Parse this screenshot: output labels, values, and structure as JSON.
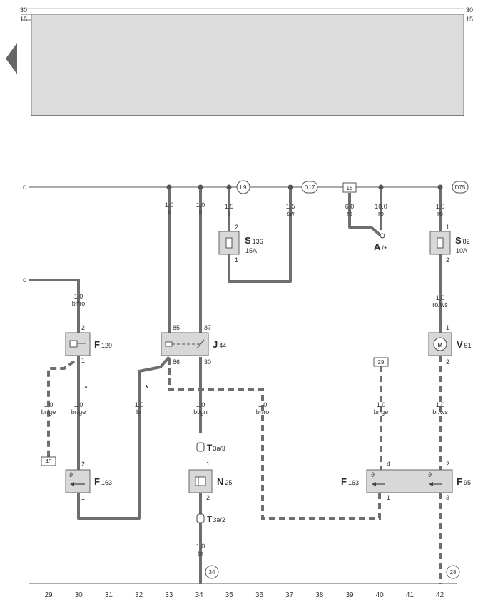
{
  "header": {
    "left_labels": [
      "30",
      "15"
    ],
    "right_labels": [
      "30",
      "15"
    ]
  },
  "bus_labels": {
    "c": "c",
    "d": "d"
  },
  "nodes": {
    "L9": "L9",
    "D17": "D17",
    "D75": "D75",
    "n16": "16",
    "n29": "29",
    "n40": "40",
    "n34": "34",
    "n28": "28"
  },
  "wires": {
    "w_j44_85": [
      "1,0",
      "li"
    ],
    "w_j44_87": [
      "1,0",
      "li"
    ],
    "w_s136_in": [
      "1,5",
      "li"
    ],
    "w_d17": [
      "1,5",
      "sw"
    ],
    "w_16": [
      "6,0",
      "ro"
    ],
    "w_a": [
      "10,0",
      "ro"
    ],
    "w_s82_in": [
      "1,0",
      "ro"
    ],
    "w_v51_in": [
      "1,0",
      "ro/ws"
    ],
    "w_d": [
      "1,0",
      "br/ro"
    ],
    "w_f129_dash": [
      "1,0",
      "br/ge"
    ],
    "w_f163_in": [
      "1,0",
      "br/ge"
    ],
    "w_br": [
      "1,0",
      "br"
    ],
    "w_n25_in": [
      "1,0",
      "bl/gn"
    ],
    "w_f163b_dash": [
      "1,0",
      "br/ro"
    ],
    "w_29": [
      "1,0",
      "br/ge"
    ],
    "w_f95_in": [
      "1,0",
      "br/ws"
    ],
    "w_n25_out": [
      "1,0",
      "br"
    ]
  },
  "components": {
    "S136": {
      "name": "S",
      "sub": "136",
      "rating": "15A",
      "pin_top": "2",
      "pin_bottom": "1"
    },
    "S82": {
      "name": "S",
      "sub": "82",
      "rating": "10A",
      "pin_top": "1",
      "pin_bottom": "2"
    },
    "A": {
      "name": "A",
      "sub": "/+"
    },
    "F129": {
      "name": "F",
      "sub": "129",
      "pin_top": "2",
      "pin_bottom": "1"
    },
    "J44": {
      "name": "J",
      "sub": "44",
      "pins": [
        "85",
        "87",
        "86",
        "30"
      ]
    },
    "V51": {
      "name": "V",
      "sub": "51",
      "symbol": "M",
      "pin_top": "1",
      "pin_bottom": "2"
    },
    "F163L": {
      "name": "F",
      "sub": "163",
      "pin_top": "2",
      "pin_bottom": "1"
    },
    "T3a3": {
      "name": "T",
      "sub": "3a/3"
    },
    "N25": {
      "name": "N",
      "sub": "25",
      "pin_top": "1",
      "pin_bottom": "2"
    },
    "T3a2": {
      "name": "T",
      "sub": "3a/2"
    },
    "F163R": {
      "name": "F",
      "sub": "163",
      "pin_top": "4",
      "pin_bottom": "1"
    },
    "F95": {
      "name": "F",
      "sub": "95",
      "pin_top": "2",
      "pin_bottom": "3"
    }
  },
  "asterisk": "*",
  "column_numbers": [
    "29",
    "30",
    "31",
    "32",
    "33",
    "34",
    "35",
    "36",
    "37",
    "38",
    "39",
    "40",
    "41",
    "42"
  ]
}
